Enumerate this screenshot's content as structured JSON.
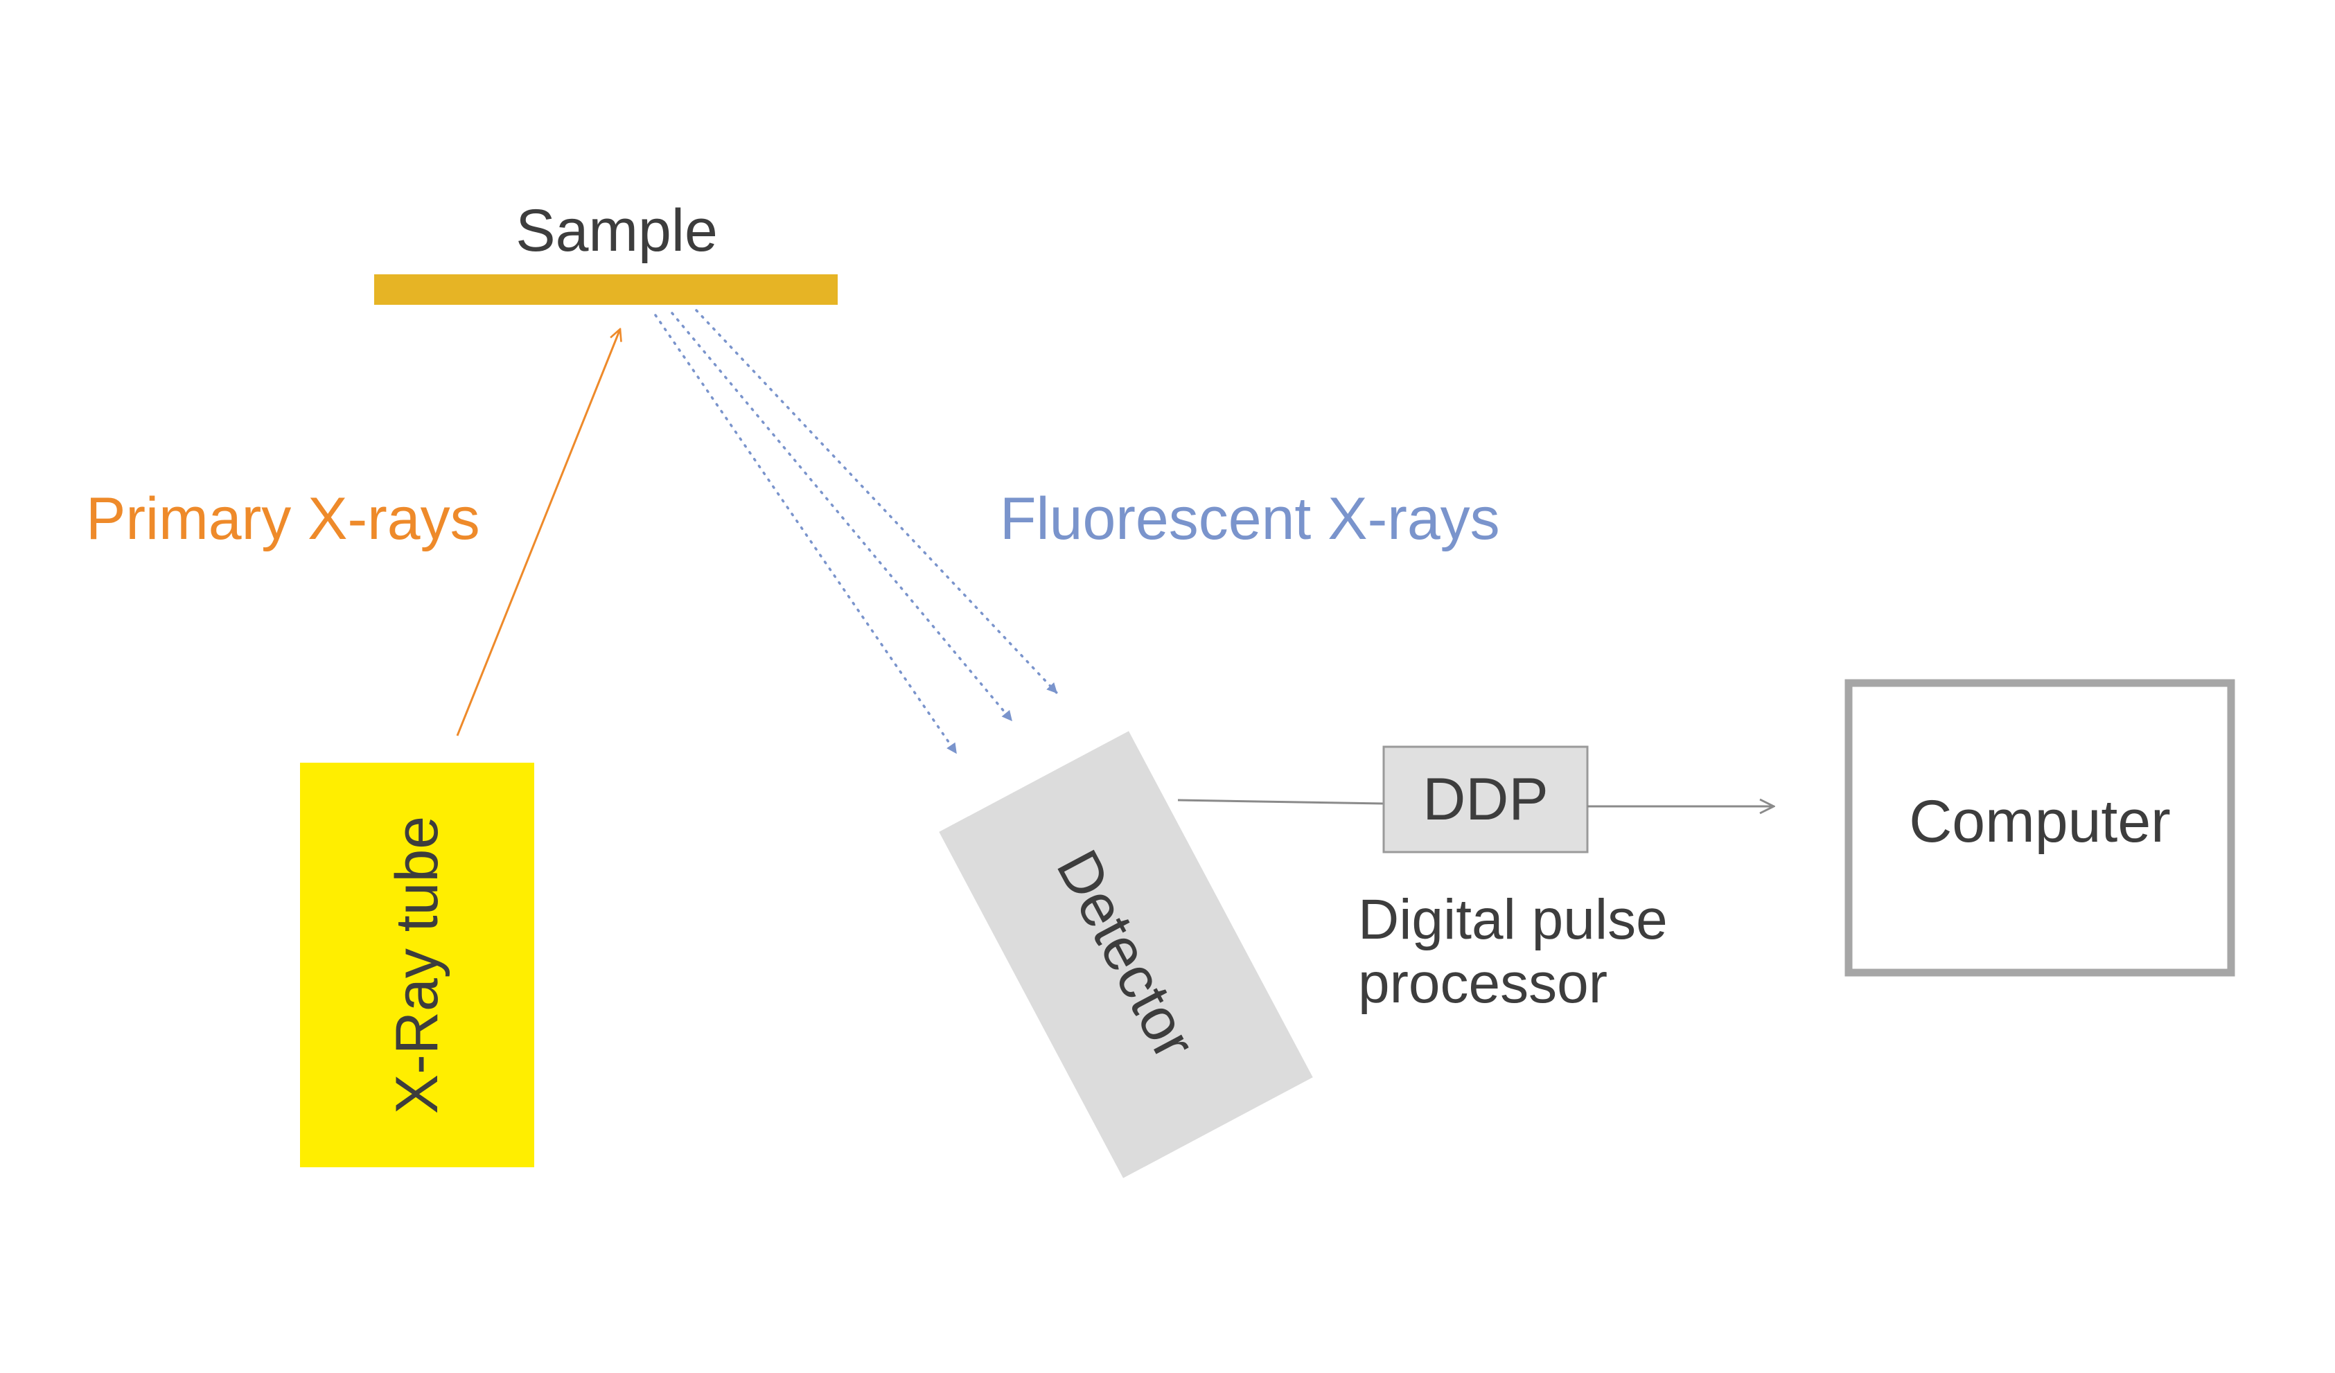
{
  "labels": {
    "sample": "Sample",
    "primary_xrays": "Primary X-rays",
    "fluorescent_xrays": "Fluorescent X-rays",
    "xray_tube": "X-Ray tube",
    "detector": "Detector",
    "ddp": "DDP",
    "digital_pulse_line1": "Digital pulse",
    "digital_pulse_line2": "processor",
    "computer": "Computer"
  },
  "colors": {
    "sample_bar": "#E6B425",
    "primary_xrays": "#EE8A2A",
    "fluorescent_xrays": "#7A94CC",
    "xray_tube": "#FFEE00",
    "detector": "#DCDCDC",
    "ddp_box": "#E0E0E0",
    "computer_border": "#A6A6A6",
    "text_dark": "#3D3D3D",
    "connector": "#8A8A8A"
  }
}
